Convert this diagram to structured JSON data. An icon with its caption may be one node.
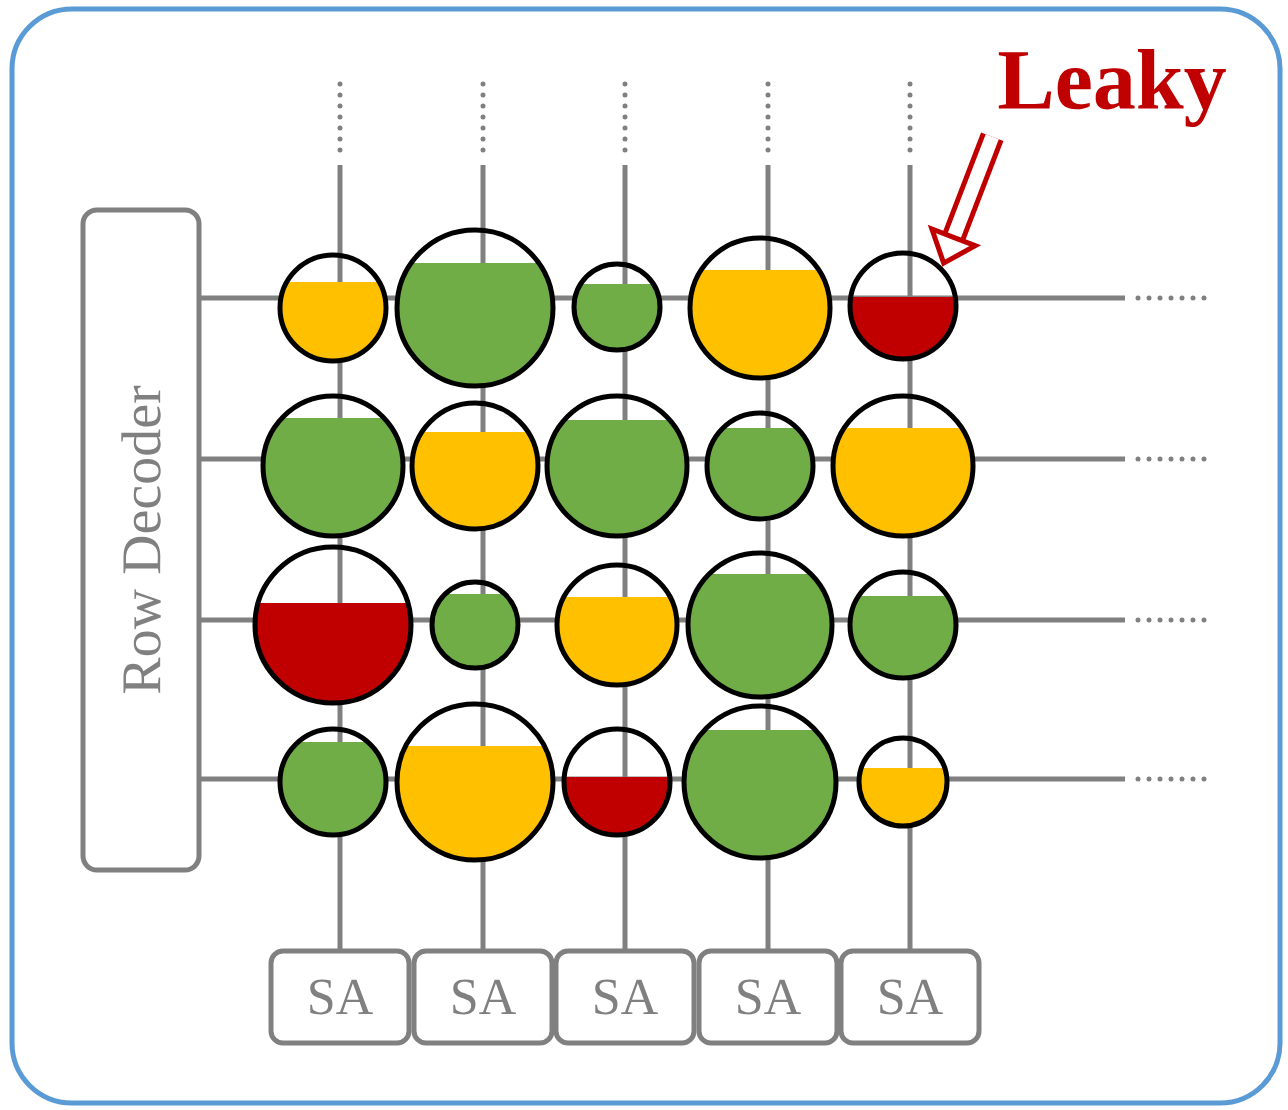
{
  "diagram": {
    "nodes": [
      {
        "text": [],
        "shape": "box"
      },
      {
        "text": [
          "Row Decoder"
        ],
        "in": 0
      },
      {
        "text": [],
        "shape": "circle",
        "in": 0
      },
      {
        "text": [],
        "shape": "circle",
        "in": 0
      },
      {
        "text": [],
        "shape": "circle",
        "in": 0
      },
      {
        "text": [],
        "shape": "circle",
        "in": 0
      },
      {
        "text": [],
        "shape": "circle",
        "in": 0
      },
      {
        "text": [],
        "shape": "circle",
        "in": 0
      },
      {
        "text": [],
        "shape": "circle",
        "in": 0
      },
      {
        "text": [],
        "shape": "circle",
        "in": 0
      },
      {
        "text": [],
        "shape": "circle",
        "in": 0
      },
      {
        "text": [],
        "shape": "circle",
        "in": 0
      },
      {
        "text": [],
        "shape": "circle",
        "in": 0
      },
      {
        "text": [],
        "shape": "circle",
        "in": 0
      },
      {
        "text": [],
        "shape": "circle",
        "in": 0
      },
      {
        "text": [],
        "shape": "circle",
        "in": 0
      },
      {
        "text": [],
        "shape": "circle",
        "in": 0
      },
      {
        "text": [],
        "shape": "circle",
        "in": 0
      },
      {
        "text": [],
        "shape": "circle",
        "in": 0
      },
      {
        "text": [],
        "shape": "circle",
        "in": 0
      },
      {
        "text": [],
        "shape": "circle",
        "in": 0
      },
      {
        "text": [],
        "shape": "circle",
        "in": 0
      },
      {
        "text": [
          "SA"
        ],
        "in": 0
      },
      {
        "text": [
          "SA"
        ],
        "in": 0
      },
      {
        "text": [
          "SA"
        ],
        "in": 0
      },
      {
        "text": [
          "SA"
        ],
        "in": 0
      },
      {
        "text": [
          "SA"
        ],
        "in": 0
      },
      {
        "text": [
          "Leaky"
        ],
        "in": 0
      }
    ],
    "edges": [
      {
        "from": 27,
        "to": 6,
        "arrow": "to",
        "color": "#c00000"
      }
    ]
  }
}
